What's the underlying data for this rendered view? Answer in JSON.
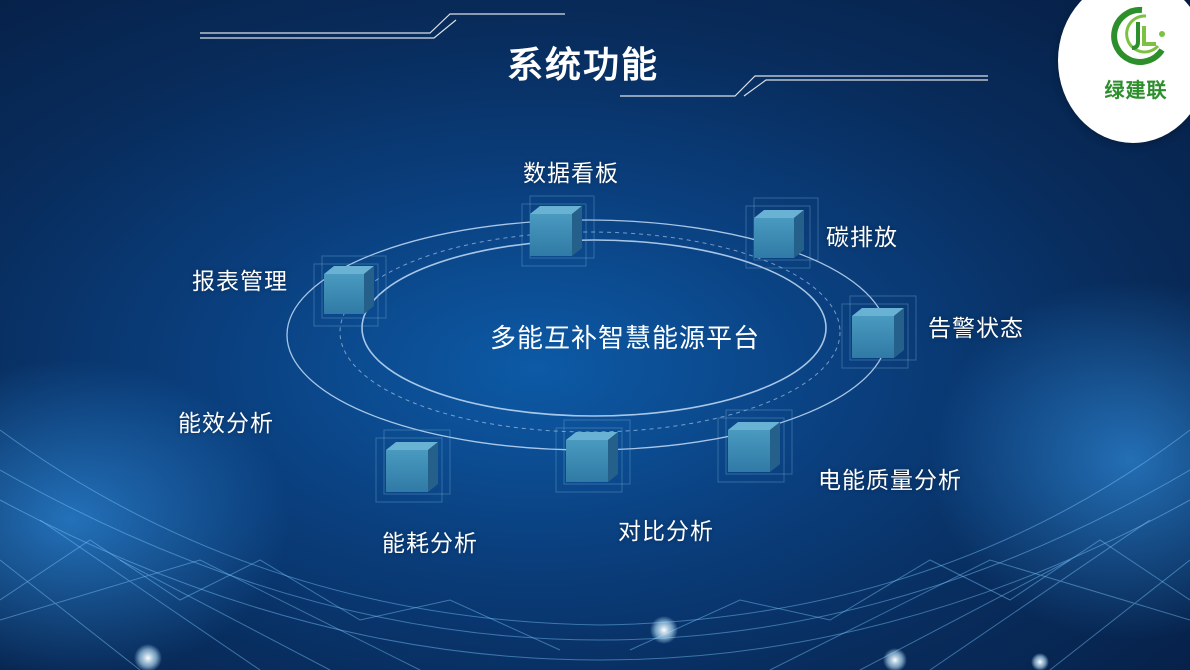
{
  "title": "系统功能",
  "logo": {
    "text": "绿建联",
    "mark": "JL"
  },
  "center": {
    "label": "多能互补智慧能源平台"
  },
  "nodes": {
    "dashboard": "数据看板",
    "carbon": "碳排放",
    "alarm": "告警状态",
    "power_quality": "电能质量分析",
    "comparison": "对比分析",
    "consumption": "能耗分析",
    "efficiency": "能效分析",
    "report": "报表管理"
  },
  "colors": {
    "background": "#0a3f7e",
    "cube": "#3f8fb5",
    "logo_green": "#2c8f2c"
  }
}
